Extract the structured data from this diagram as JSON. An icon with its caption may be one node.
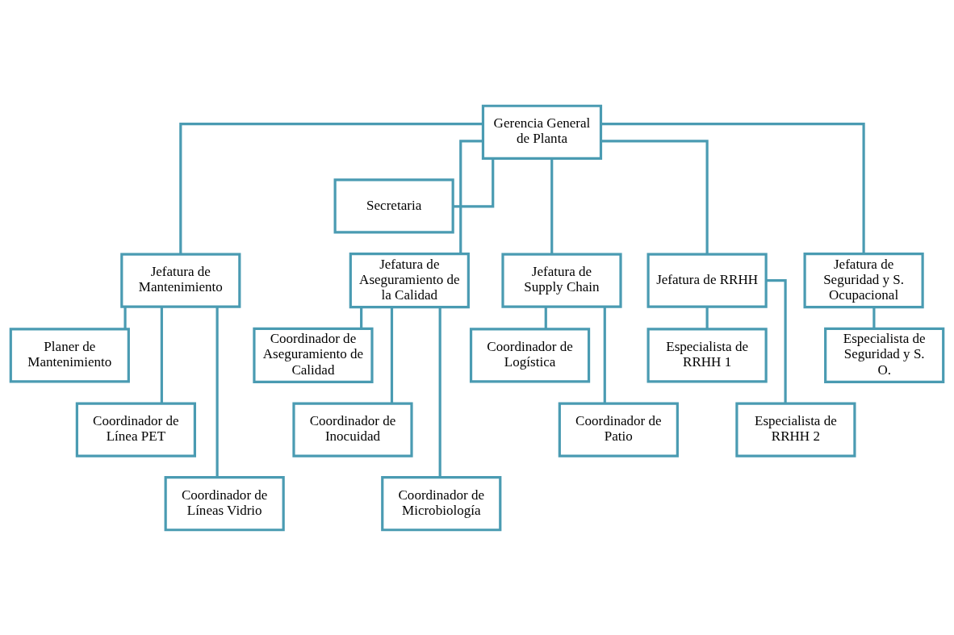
{
  "diagram": {
    "nodes": [
      {
        "text": [
          "Gerencia General de Planta"
        ]
      },
      {
        "text": [
          "Secretaria"
        ]
      },
      {
        "text": [
          "Jefatura de Mantenimiento"
        ]
      },
      {
        "text": [
          "Jefatura de Aseguramiento de la Calidad"
        ]
      },
      {
        "text": [
          "Jefatura de Supply Chain"
        ]
      },
      {
        "text": [
          "Jefatura de RRHH"
        ]
      },
      {
        "text": [
          "Jefatura de Seguridad y S. Ocupacional"
        ]
      },
      {
        "text": [
          "Planer de Mantenimiento"
        ]
      },
      {
        "text": [
          "Coordinador de Línea PET"
        ]
      },
      {
        "text": [
          "Coordinador de Líneas Vidrio"
        ]
      },
      {
        "text": [
          "Coordinador de Aseguramiento de Calidad"
        ]
      },
      {
        "text": [
          "Coordinador de Inocuidad"
        ]
      },
      {
        "text": [
          "Coordinador de Microbiología"
        ]
      },
      {
        "text": [
          "Coordinador de Logística"
        ]
      },
      {
        "text": [
          "Coordinador de Patio"
        ]
      },
      {
        "text": [
          "Especialista de RRHH 1"
        ]
      },
      {
        "text": [
          "Especialista de RRHH 2"
        ]
      },
      {
        "text": [
          "Especialista de Seguridad y S. O."
        ]
      }
    ],
    "edges": [
      {
        "from": 0,
        "to": 1,
        "arrow": "none"
      },
      {
        "from": 0,
        "to": 2,
        "arrow": "none"
      },
      {
        "from": 0,
        "to": 3,
        "arrow": "none"
      },
      {
        "from": 0,
        "to": 4,
        "arrow": "none"
      },
      {
        "from": 0,
        "to": 5,
        "arrow": "none"
      },
      {
        "from": 0,
        "to": 6,
        "arrow": "none"
      },
      {
        "from": 2,
        "to": 7,
        "arrow": "none"
      },
      {
        "from": 2,
        "to": 8,
        "arrow": "none"
      },
      {
        "from": 2,
        "to": 9,
        "arrow": "none"
      },
      {
        "from": 3,
        "to": 10,
        "arrow": "none"
      },
      {
        "from": 3,
        "to": 11,
        "arrow": "none"
      },
      {
        "from": 3,
        "to": 12,
        "arrow": "none"
      },
      {
        "from": 4,
        "to": 13,
        "arrow": "none"
      },
      {
        "from": 4,
        "to": 14,
        "arrow": "none"
      },
      {
        "from": 5,
        "to": 15,
        "arrow": "none"
      },
      {
        "from": 5,
        "to": 16,
        "arrow": "none"
      },
      {
        "from": 6,
        "to": 17,
        "arrow": "none"
      }
    ]
  }
}
